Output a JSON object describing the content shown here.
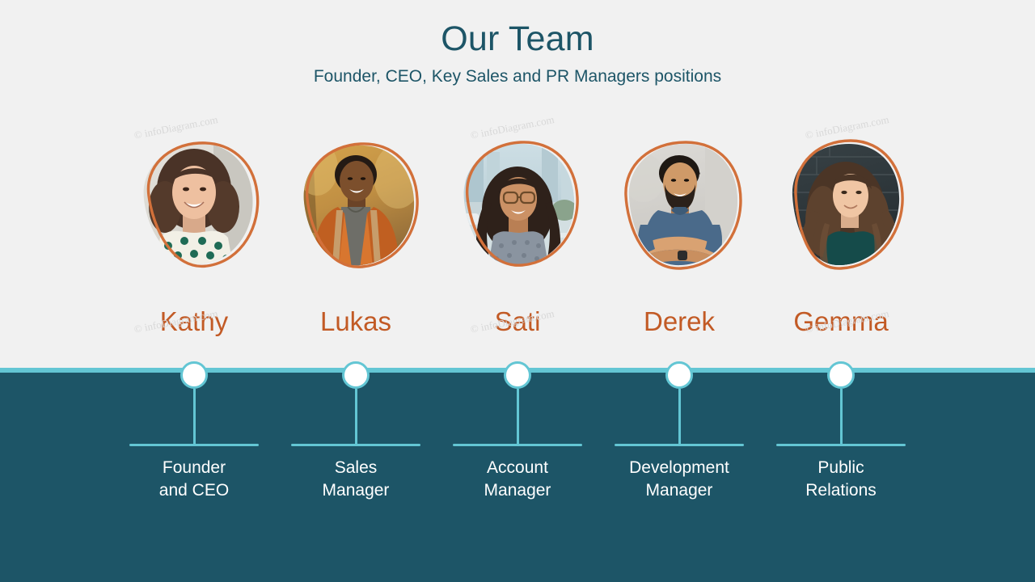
{
  "slide": {
    "background_color": "#f1f1f1",
    "band_color": "#1d5567",
    "accent_color": "#63c6d4",
    "name_color": "#c25a25",
    "title_color": "#1d5567",
    "sketch_outline_color": "#d2703a"
  },
  "header": {
    "title": "Our Team",
    "subtitle": "Founder, CEO, Key Sales and PR Managers positions"
  },
  "watermark": {
    "text": "© infoDiagram.com"
  },
  "members": [
    {
      "name": "Kathy",
      "role_line1": "Founder",
      "role_line2": "and CEO",
      "photo_alt": "smiling-woman-curly-hair-patterned-blouse"
    },
    {
      "name": "Lukas",
      "role_line1": "Sales",
      "role_line2": "Manager",
      "photo_alt": "smiling-man-orange-fleece-jacket-autumn"
    },
    {
      "name": "Sati",
      "role_line1": "Account",
      "role_line2": "Manager",
      "photo_alt": "smiling-woman-glasses-city-street"
    },
    {
      "name": "Derek",
      "role_line1": "Development",
      "role_line2": "Manager",
      "photo_alt": "bearded-man-blue-tshirt-arms-crossed"
    },
    {
      "name": "Gemma",
      "role_line1": "Public",
      "role_line2": "Relations",
      "photo_alt": "woman-long-wavy-hair-teal-top-brick-wall"
    }
  ]
}
